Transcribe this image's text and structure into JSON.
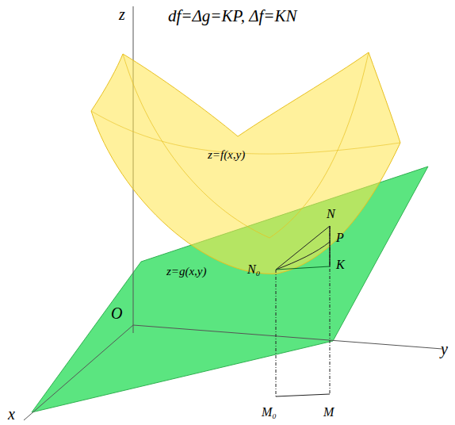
{
  "diagram": {
    "labels": [
      "df=Δg=KP,  Δf=KN",
      "z",
      "x",
      "y",
      "O",
      "z=f(x,y)",
      "z=g(x,y)",
      "N",
      "P",
      "N₀",
      "K",
      "M₀",
      "M"
    ]
  }
}
